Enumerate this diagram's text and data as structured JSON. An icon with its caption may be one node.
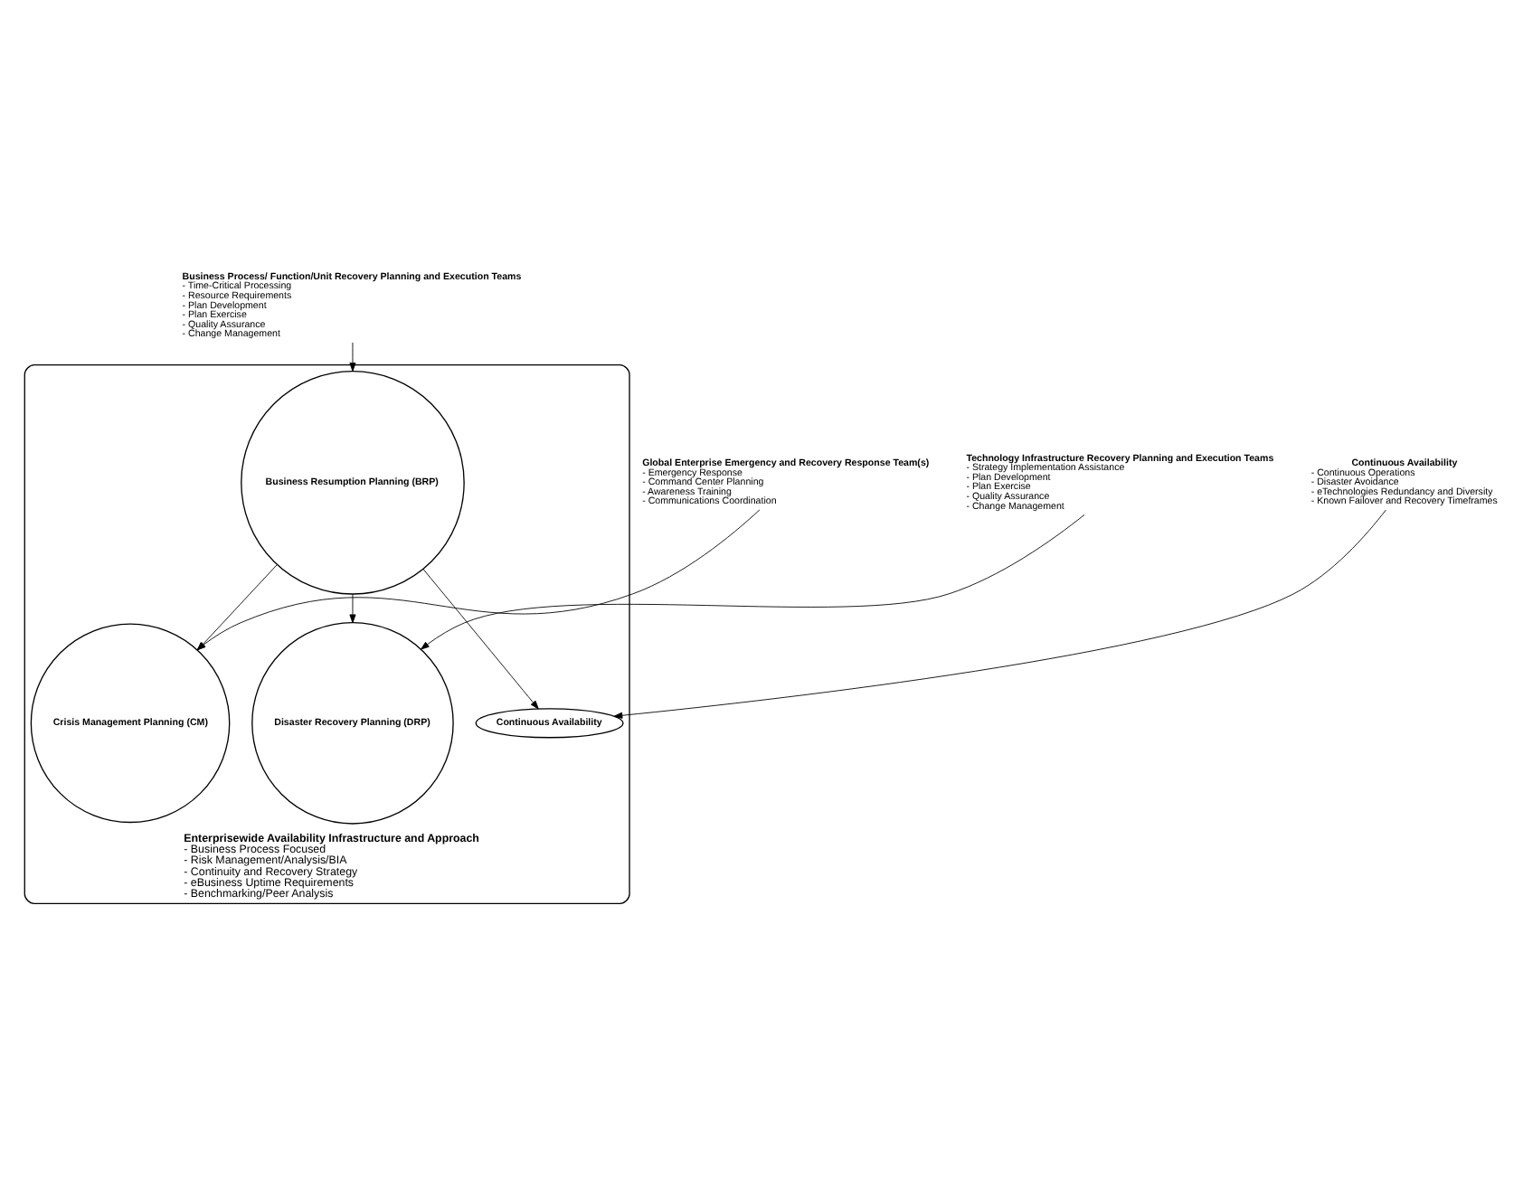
{
  "diagram": {
    "nodes": [
      {
        "text": [
          "Enterprisewide Availability Infrastructure and Approach",
          "- Business Process Focused",
          "- Risk Management/Analysis/BIA",
          "- Continuity and Recovery Strategy",
          "- eBusiness Uptime Requirements",
          "- Benchmarking/Peer Analysis"
        ]
      },
      {
        "text": [
          "Crisis Management Planning (CM)"
        ],
        "in": 0
      },
      {
        "text": [
          "Business Resumption Planning (BRP)"
        ],
        "in": 0
      },
      {
        "text": [
          "Disaster Recovery Planning (DRP)"
        ],
        "in": 0
      },
      {
        "text": [
          "Continuous Availability"
        ],
        "in": 0
      },
      {
        "text": [
          "Business Process/ Function/Unit Recovery Planning and Execution Teams",
          "- Time-Critical Processing",
          "- Resource Requirements",
          "- Plan Development",
          "- Plan Exercise",
          "- Quality Assurance",
          "- Change Management"
        ]
      },
      {
        "text": [
          "Global Enterprise Emergency and Recovery Response Team(s)",
          "- Emergency Response",
          "- Command Center Planning",
          "- Awareness Training",
          "- Communications Coordination"
        ]
      },
      {
        "text": [
          "Technology Infrastructure Recovery Planning and Execution Teams",
          "- Strategy Implementation Assistance",
          "- Plan Development",
          "- Plan Exercise",
          "- Quality Assurance",
          "- Change Management"
        ]
      },
      {
        "text": [
          "Continuous Availability",
          "- Continuous Operations",
          "- Disaster Avoidance",
          "- eTechnologies Redundancy and Diversity",
          "- Known Failover and Recovery Timeframes"
        ]
      }
    ],
    "edges": [
      {
        "from": 5,
        "to": 2,
        "arrow": "to"
      },
      {
        "from": 6,
        "to": 1,
        "arrow": "to"
      },
      {
        "from": 7,
        "to": 3,
        "arrow": "to"
      },
      {
        "from": 8,
        "to": 4,
        "arrow": "to"
      },
      {
        "from": 2,
        "to": 1,
        "arrow": "to"
      },
      {
        "from": 2,
        "to": 3,
        "arrow": "to"
      },
      {
        "from": 2,
        "to": 4,
        "arrow": "to"
      }
    ]
  }
}
